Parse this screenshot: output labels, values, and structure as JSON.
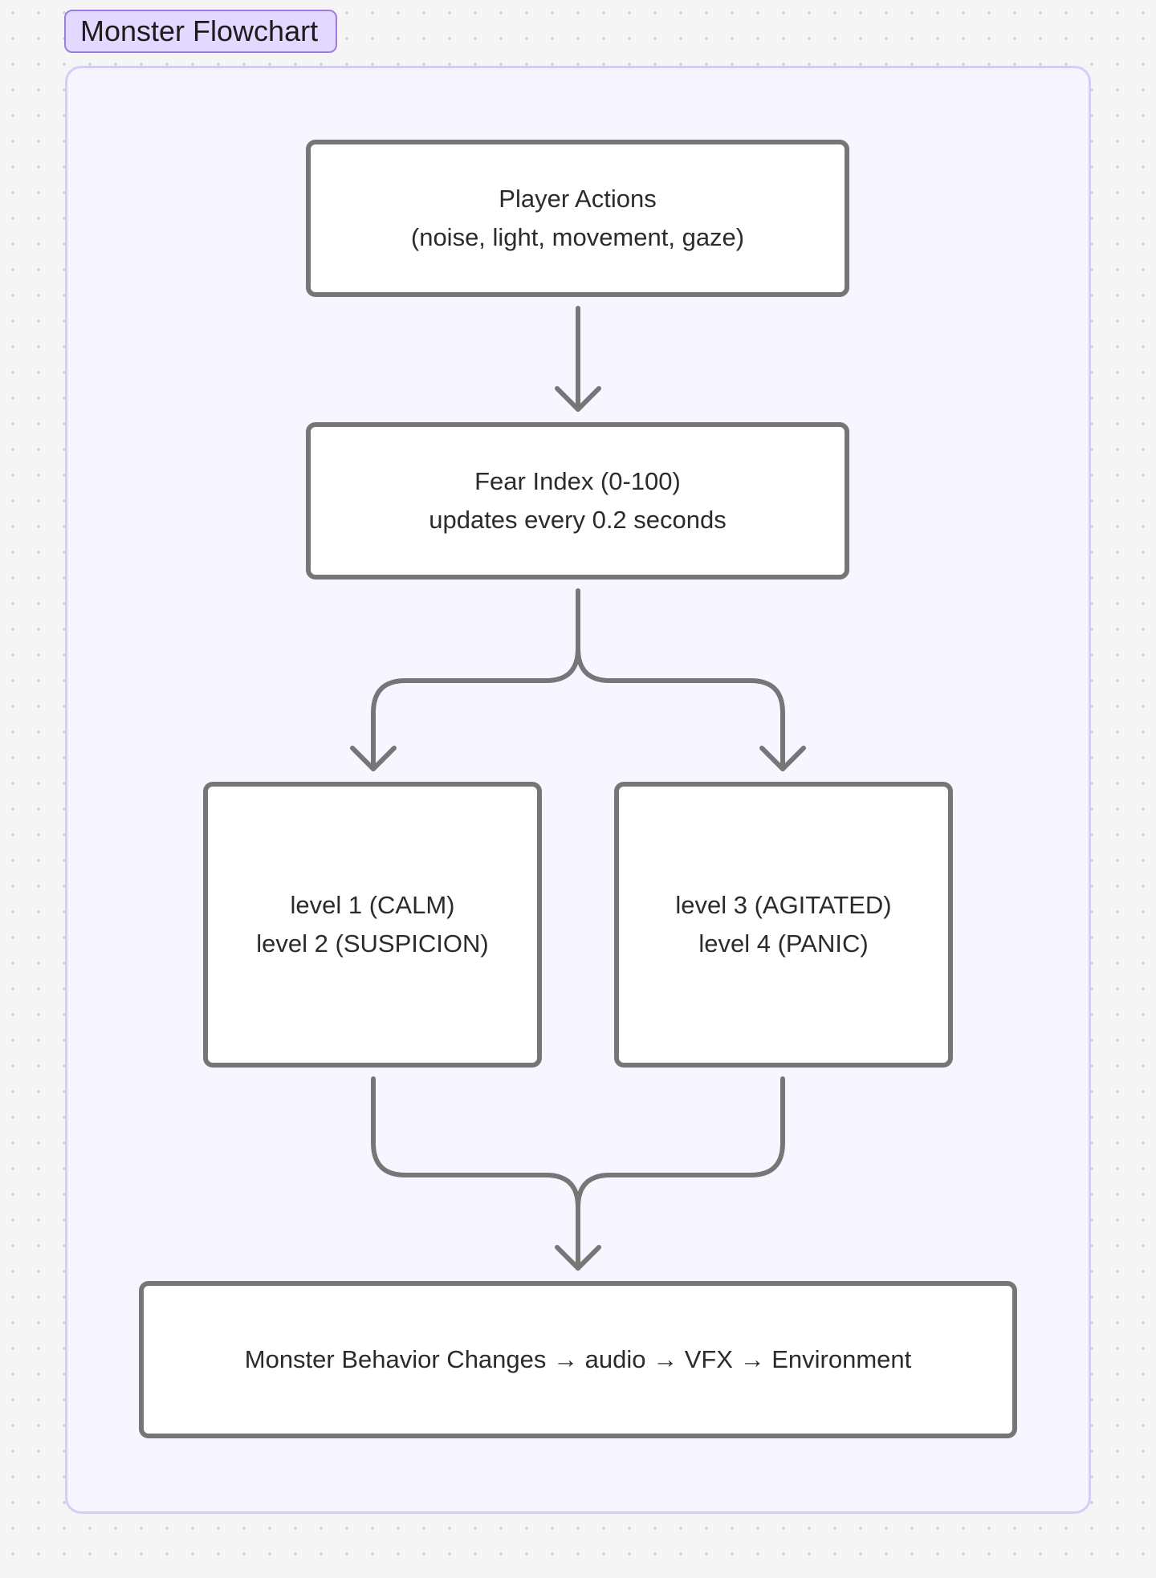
{
  "frame": {
    "title": "Monster Flowchart",
    "accent_color": "#9b7ddf",
    "background_color": "#f7f5ff"
  },
  "nodes": {
    "player_actions": {
      "line1": "Player Actions",
      "line2": "(noise, light, movement, gaze)"
    },
    "fear_index": {
      "line1": "Fear Index (0-100)",
      "line2": "updates every 0.2 seconds"
    },
    "levels_low": {
      "line1": "level 1 (CALM)",
      "line2": "level 2 (SUSPICION)"
    },
    "levels_high": {
      "line1": "level 3 (AGITATED)",
      "line2": "level 4 (PANIC)"
    },
    "outcome": {
      "line1": "Monster Behavior Changes → audio → VFX → Environment"
    }
  },
  "connectors": [
    {
      "from": "player_actions",
      "to": "fear_index"
    },
    {
      "from": "fear_index",
      "to": "levels_low"
    },
    {
      "from": "fear_index",
      "to": "levels_high"
    },
    {
      "from": "levels_low",
      "to": "outcome"
    },
    {
      "from": "levels_high",
      "to": "outcome"
    }
  ],
  "stroke_color": "#767676"
}
